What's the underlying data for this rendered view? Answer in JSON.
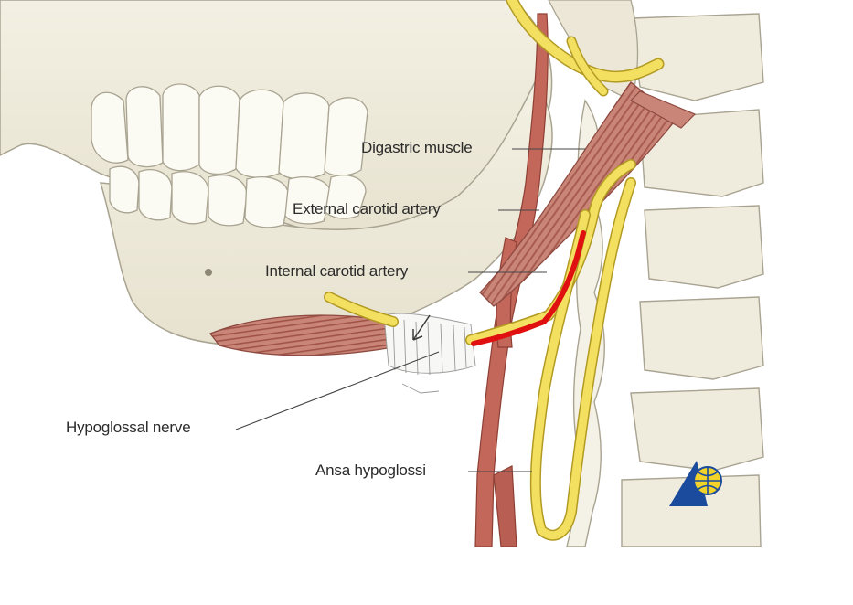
{
  "diagram": {
    "labels": {
      "digastric_muscle": "Digastric muscle",
      "external_carotid_artery": "External carotid artery",
      "internal_carotid_artery": "Internal carotid artery",
      "hypoglossal_nerve": "Hypoglossal nerve",
      "ansa_hypoglossi": "Ansa hypoglossi"
    },
    "colors": {
      "bone": "#eeeadb",
      "bone_outline": "#a9a391",
      "tooth": "#fbfaf3",
      "artery": "#c2675a",
      "artery_dark": "#8e3f34",
      "muscle": "#c98578",
      "muscle_stripe": "#9c4e43",
      "nerve": "#f4e060",
      "nerve_outline": "#b29a23",
      "highlight": "#e01010",
      "logo_blue": "#1a4b9c",
      "logo_yellow": "#f2d32a"
    },
    "icons": {
      "logo": "publisher-logo-icon"
    }
  }
}
